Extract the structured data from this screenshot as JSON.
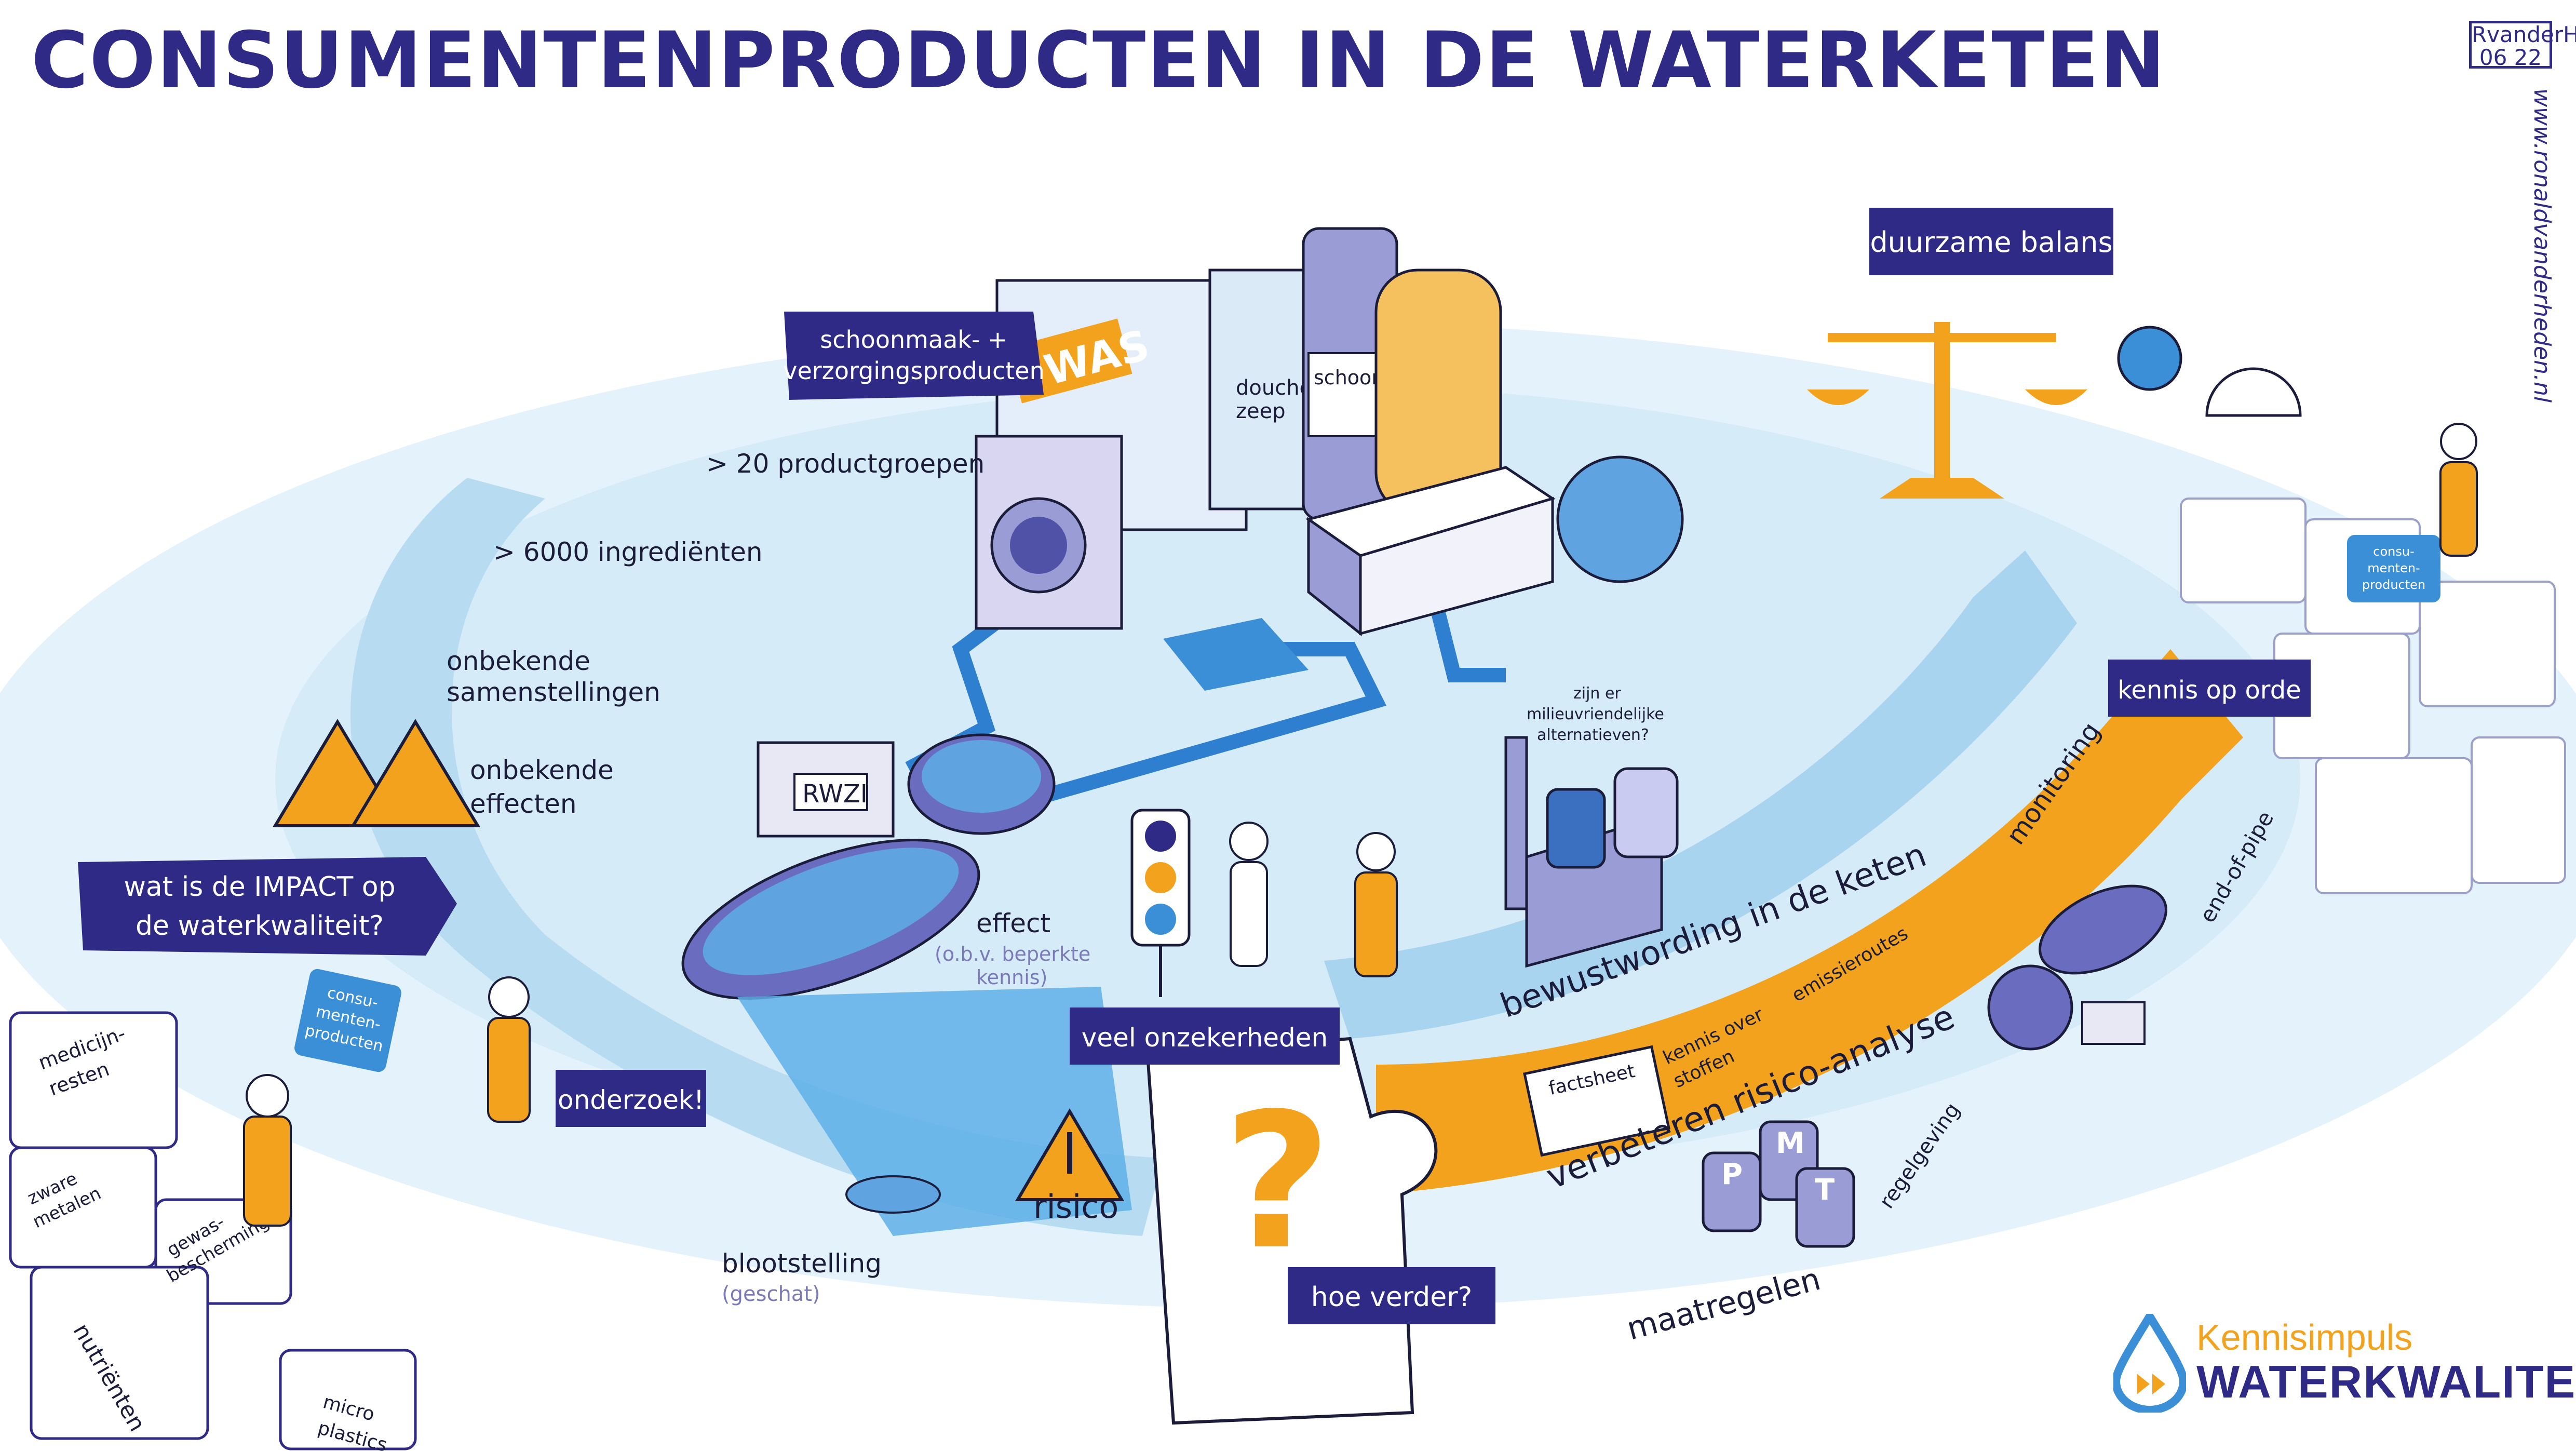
{
  "title": "CONSUMENTENPRODUCTEN IN DE WATERKETEN",
  "signature": "RvanderH 06 22",
  "website": "www.ronaldvanderheden.nl",
  "logo": {
    "line1": "Kennisimpuls",
    "line2": "WATERKWALITEIT"
  },
  "colors": {
    "navy": "#2e2a85",
    "orange": "#f2a21c",
    "lightblue": "#d5ebf7",
    "water": "#3b8fd6"
  },
  "boxes": {
    "products": [
      "schoonmaak- +",
      "verzorgingsproducten"
    ],
    "sustainable": "duurzame balans",
    "impact": [
      "wat is de IMPACT op",
      "de waterkwaliteit?"
    ],
    "research": "onderzoek!",
    "uncertainties": "veel onzekerheden",
    "further": "hoe verder?",
    "knowledge": "kennis op orde"
  },
  "labels": {
    "productgroups": "> 20 productgroepen",
    "ingredients": "> 6000 ingrediënten",
    "compositions": [
      "onbekende",
      "samenstellingen"
    ],
    "effects": [
      "onbekende",
      "effecten"
    ],
    "effect": "effect",
    "effect_note": [
      "(o.b.v. beperkte",
      "kennis)"
    ],
    "exposure": "blootstelling",
    "exposure_note": "(geschat)",
    "risk": "risico",
    "alternatives": [
      "zijn er",
      "milieuvriendelijke",
      "alternatieven?"
    ],
    "awareness": "bewustwording in de keten",
    "risk_analysis": "verbeteren risico-analyse",
    "monitoring": "monitoring",
    "emission_routes": "emissieroutes",
    "substance_knowledge": [
      "kennis over",
      "stoffen"
    ],
    "factsheet": "factsheet",
    "measures": "maatregelen",
    "regulation": "regelgeving",
    "end_of_pipe": "end-of-pipe",
    "rwzi": "RWZI",
    "detergent": "WAS",
    "shower_gel": [
      "douche",
      "zeep"
    ],
    "cleaner": "schoon",
    "pmt": [
      "P",
      "M",
      "T"
    ],
    "question_mark": "?"
  },
  "puzzles": {
    "medicine": [
      "medicijn-",
      "resten"
    ],
    "heavy_metals": [
      "zware",
      "metalen"
    ],
    "crop_protection": [
      "gewas-",
      "bescherming"
    ],
    "nutrients": "nutriënten",
    "microplastics": [
      "micro",
      "plastics"
    ],
    "consumer_products": [
      "consu-",
      "menten-",
      "producten"
    ]
  }
}
